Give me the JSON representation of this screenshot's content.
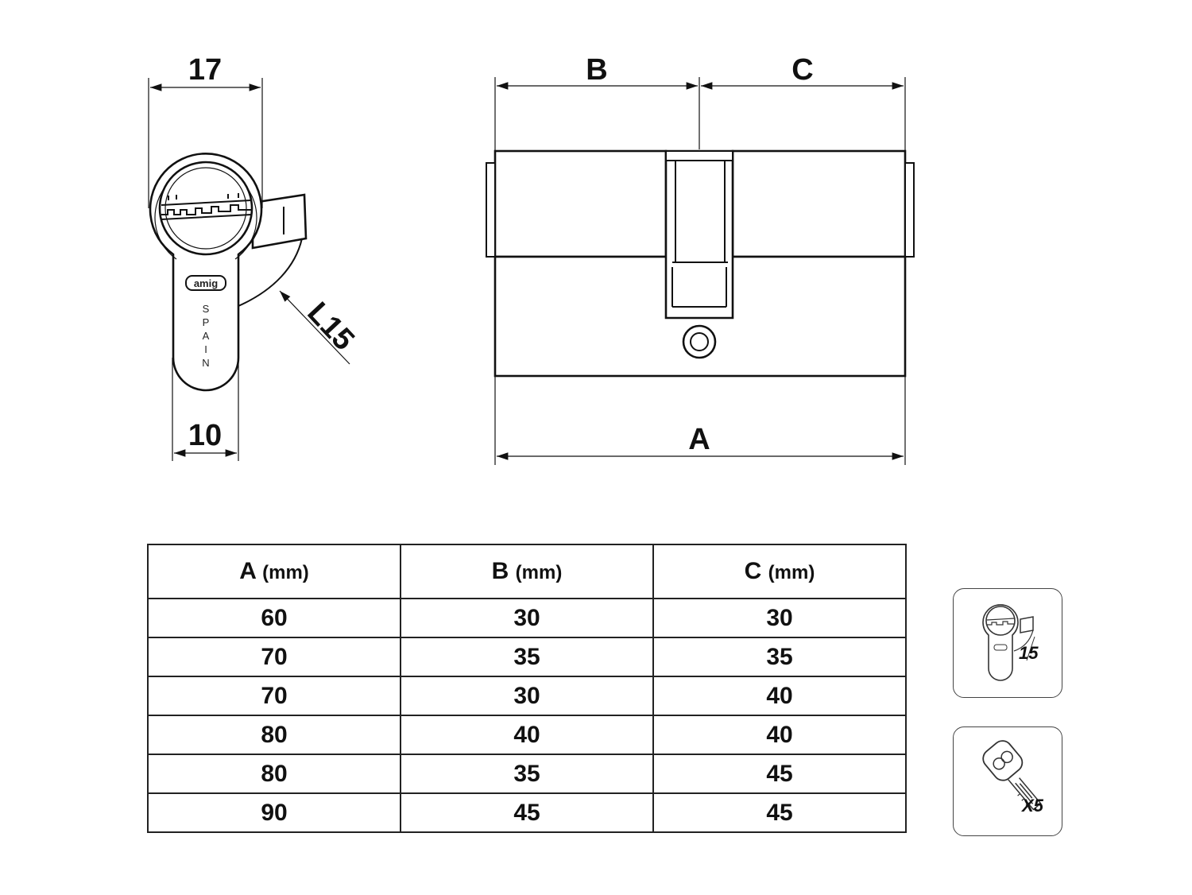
{
  "drawing": {
    "dims": {
      "width_17": "17",
      "width_10": "10",
      "label_l15": "L15",
      "label_a": "A",
      "label_b": "B",
      "label_c": "C"
    },
    "logo_text": "amig",
    "origin_text": [
      "S",
      "P",
      "A",
      "I",
      "N"
    ]
  },
  "table": {
    "headers": [
      {
        "letter": "A",
        "unit": "(mm)"
      },
      {
        "letter": "B",
        "unit": "(mm)"
      },
      {
        "letter": "C",
        "unit": "(mm)"
      }
    ],
    "rows": [
      [
        "60",
        "30",
        "30"
      ],
      [
        "70",
        "35",
        "35"
      ],
      [
        "70",
        "30",
        "40"
      ],
      [
        "80",
        "40",
        "40"
      ],
      [
        "80",
        "35",
        "45"
      ],
      [
        "90",
        "45",
        "45"
      ]
    ]
  },
  "badges": {
    "keyway_value": "15",
    "keys_count": "X5"
  }
}
